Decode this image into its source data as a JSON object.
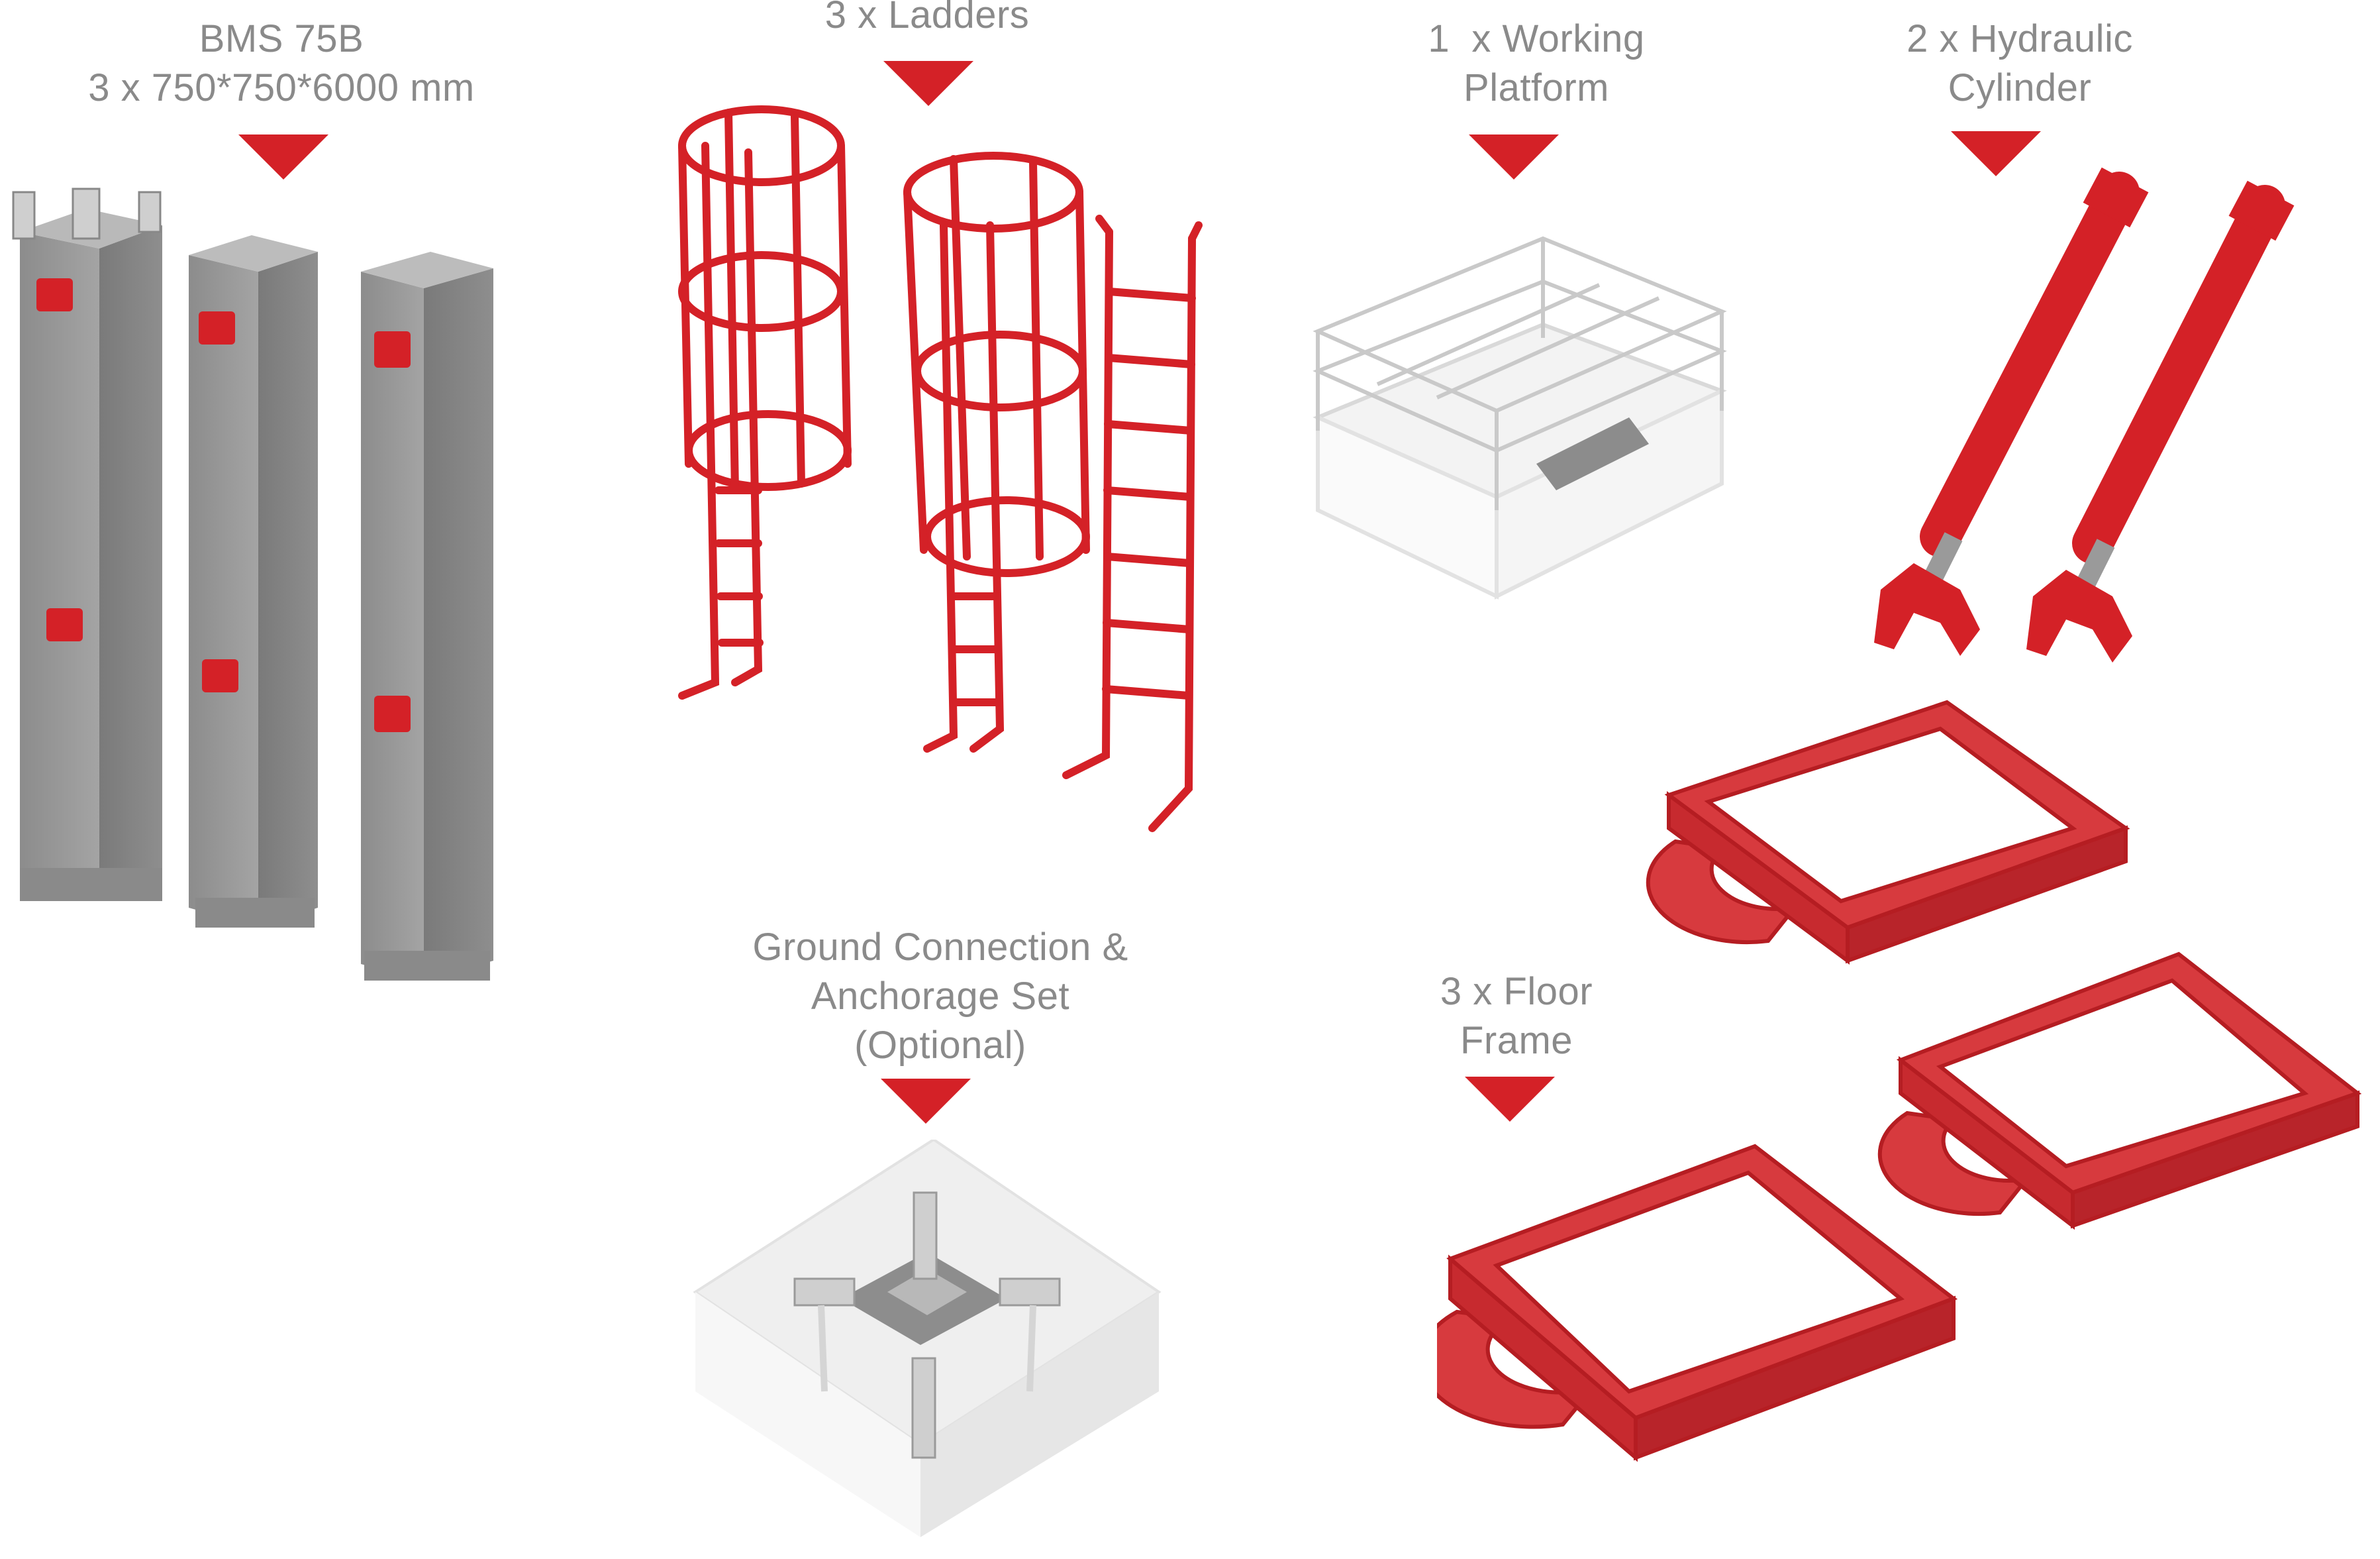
{
  "colors": {
    "accent": "#d42127",
    "label": "#8a8a8a",
    "steel": "#9a9a9a"
  },
  "items": [
    {
      "id": "bms",
      "lines": [
        "BMS 75B",
        "3 x 750*750*6000 mm"
      ]
    },
    {
      "id": "ladders",
      "lines": [
        "3 x Ladders"
      ]
    },
    {
      "id": "platform",
      "lines": [
        "1  x Working",
        "Platform"
      ]
    },
    {
      "id": "cylinder",
      "lines": [
        "2 x Hydraulic",
        "Cylinder"
      ]
    },
    {
      "id": "ground",
      "lines": [
        "Ground Connection &",
        "Anchorage Set",
        "(Optional)"
      ]
    },
    {
      "id": "floor",
      "lines": [
        "3 x Floor",
        "Frame"
      ]
    }
  ]
}
